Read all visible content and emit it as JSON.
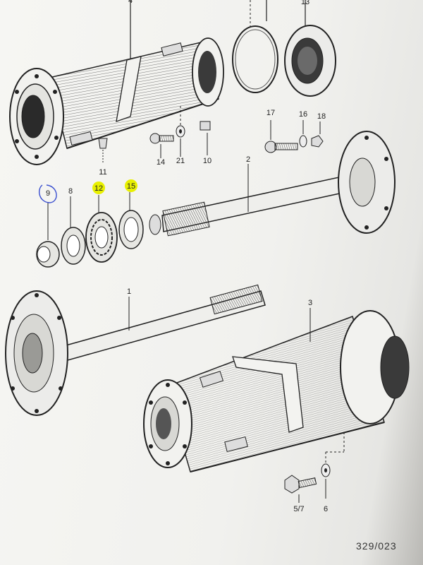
{
  "page": {
    "reference_number": "329/023"
  },
  "callouts": {
    "c4": "4",
    "c13": "13",
    "c17": "17",
    "c16": "16",
    "c18": "18",
    "c11": "11",
    "c14": "14",
    "c21": "21",
    "c10": "10",
    "c2": "2",
    "c9": "9",
    "c8": "8",
    "c12": "12",
    "c15": "15",
    "c1": "1",
    "c3": "3",
    "c57": "5/7",
    "c6": "6"
  },
  "highlights": {
    "marker_color": "#e8f000",
    "circle_color": "#3a4fd0"
  }
}
